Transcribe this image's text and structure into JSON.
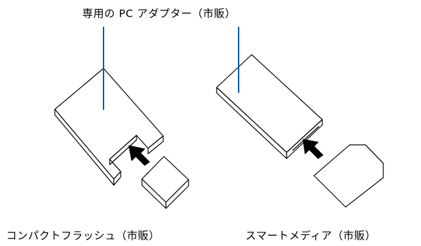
{
  "labels": {
    "pc_adapter": "専用の PC アダプター（市販）",
    "compactflash": "コンパクトフラッシュ（市販）",
    "smartmedia": "スマートメディア（市販）"
  },
  "colors": {
    "pointer_line": "#0055aa",
    "stroke": "#000000",
    "arrow": "#000000"
  }
}
